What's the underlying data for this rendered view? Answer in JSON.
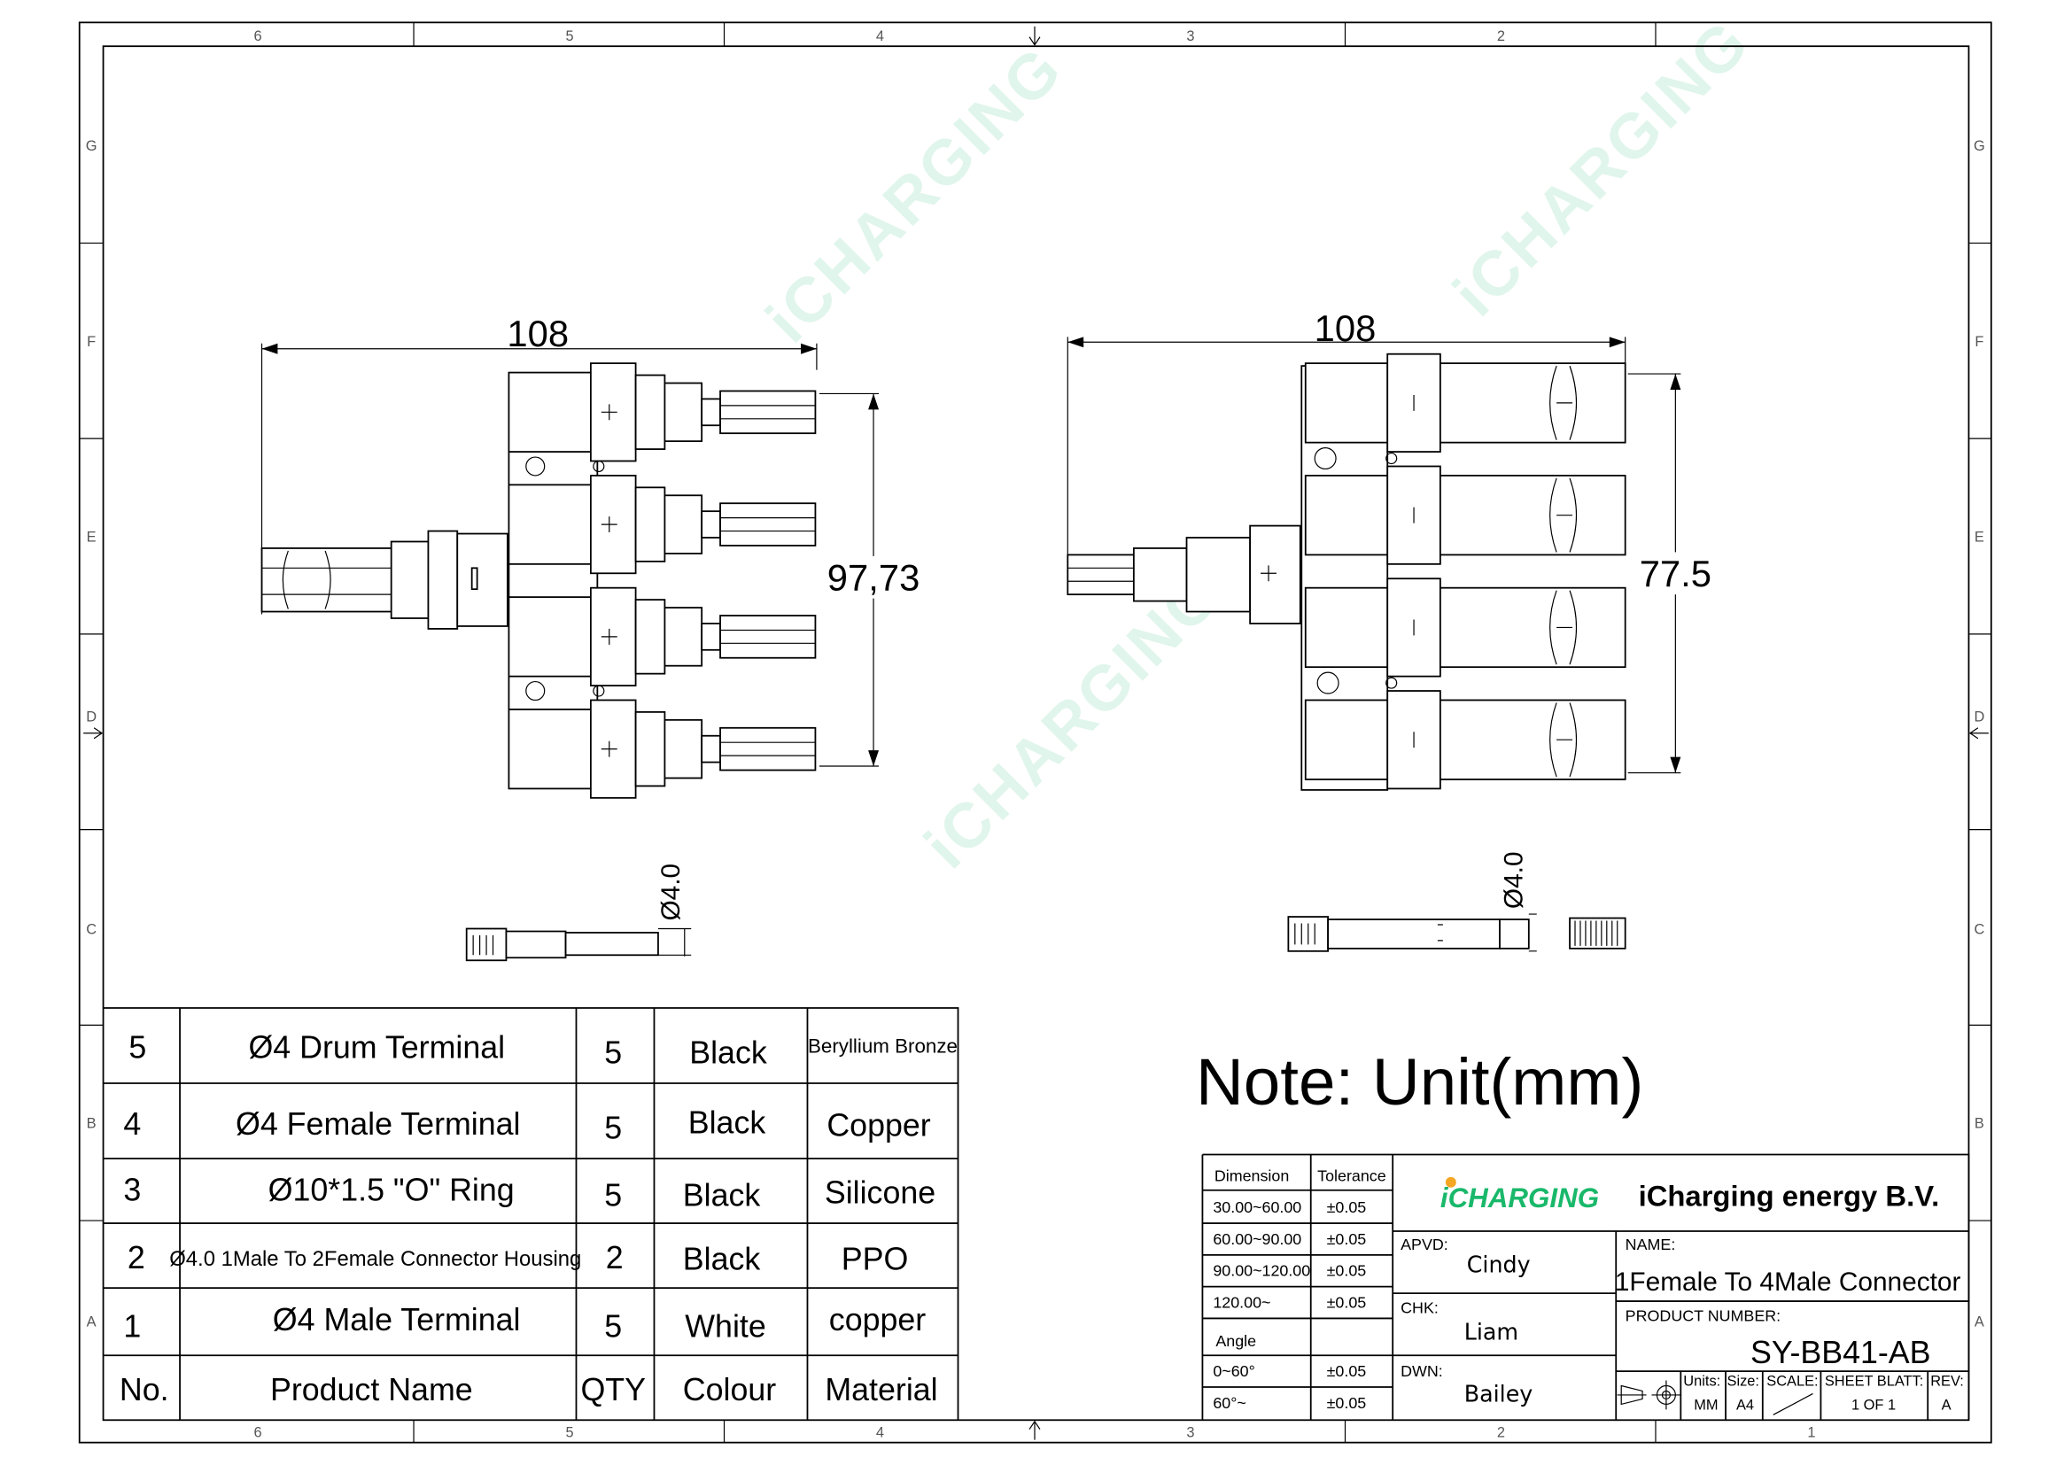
{
  "frame": {
    "columns_top": [
      "6",
      "5",
      "4",
      "3",
      "2"
    ],
    "columns_bottom": [
      "6",
      "5",
      "4",
      "3",
      "2",
      "1"
    ],
    "rows": [
      "G",
      "F",
      "E",
      "D",
      "C",
      "B",
      "A"
    ]
  },
  "watermark": "iCHARGING",
  "drawing_left": {
    "width_dim": "108",
    "height_dim": "97,73",
    "terminal_dim": "Ø4.0"
  },
  "drawing_right": {
    "width_dim": "108",
    "height_dim": "77.5",
    "terminal_dim": "Ø4.0"
  },
  "note": "Note: Unit(mm)",
  "bom": {
    "headers": {
      "no": "No.",
      "name": "Product Name",
      "qty": "QTY",
      "colour": "Colour",
      "material": "Material"
    },
    "rows": [
      {
        "no": "5",
        "name": "Ø4 Drum Terminal",
        "qty": "5",
        "colour": "Black",
        "material": "Beryllium Bronze"
      },
      {
        "no": "4",
        "name": "Ø4 Female Terminal",
        "qty": "5",
        "colour": "Black",
        "material": "Copper"
      },
      {
        "no": "3",
        "name": "Ø10*1.5 \"O\" Ring",
        "qty": "5",
        "colour": "Black",
        "material": "Silicone"
      },
      {
        "no": "2",
        "name": "Ø4.0 1Male To 2Female Connector Housing",
        "qty": "2",
        "colour": "Black",
        "material": "PPO"
      },
      {
        "no": "1",
        "name": "Ø4 Male Terminal",
        "qty": "5",
        "colour": "White",
        "material": "copper"
      }
    ]
  },
  "tolerance": {
    "header": [
      "Dimension",
      "Tolerance"
    ],
    "rows": [
      [
        "30.00~60.00",
        "±0.05"
      ],
      [
        "60.00~90.00",
        "±0.05"
      ],
      [
        "90.00~120.00",
        "±0.05"
      ],
      [
        "120.00~",
        "±0.05"
      ],
      [
        "Angle",
        ""
      ],
      [
        "0~60°",
        "±0.05"
      ],
      [
        "60°~",
        "±0.05"
      ]
    ]
  },
  "title_block": {
    "logo": "iCHARGING",
    "company": "iCharging energy B.V.",
    "apvd_label": "APVD:",
    "apvd": "Cindy",
    "chk_label": "CHK:",
    "chk": "Liam",
    "dwn_label": "DWN:",
    "dwn": "Bailey",
    "name_label": "NAME:",
    "name": "1Female To 4Male Connector",
    "product_number_label": "PRODUCT  NUMBER:",
    "product_number": "SY-BB41-AB",
    "units_label": "Units:",
    "units": "MM",
    "size_label": "Size:",
    "size": "A4",
    "scale_label": "SCALE:",
    "sheet_label": "SHEET BLATT:",
    "sheet": "1  OF  1",
    "rev_label": "REV:",
    "rev": "A"
  },
  "colors": {
    "logo_green": "#19b86a",
    "logo_sun": "#f5a623"
  }
}
